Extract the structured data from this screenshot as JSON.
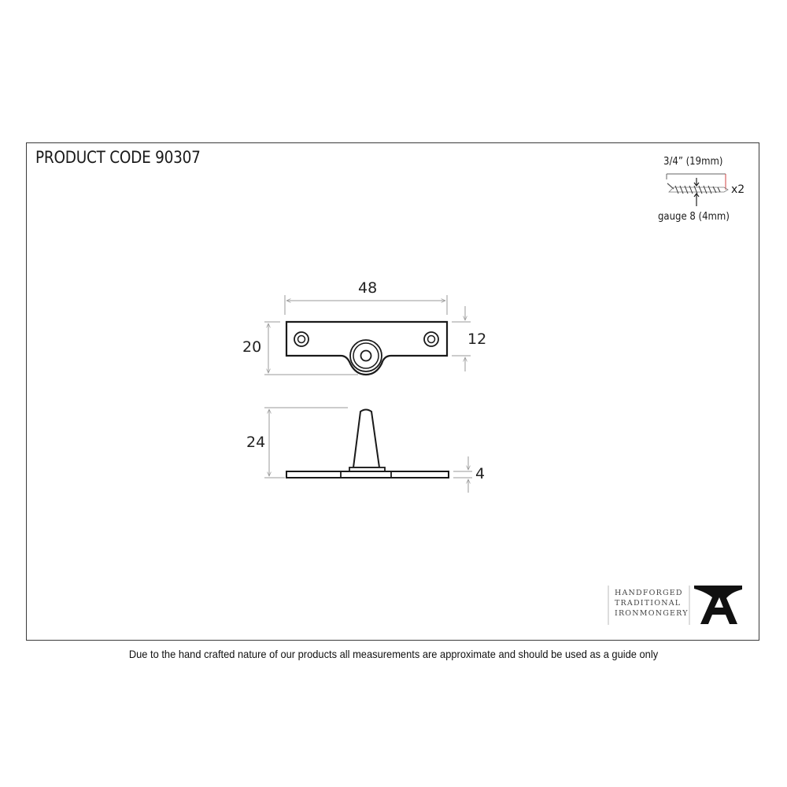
{
  "header": {
    "product_code": "PRODUCT CODE 90307"
  },
  "screw_spec": {
    "length": "3/4” (19mm)",
    "quantity": "x2",
    "gauge": "gauge 8 (4mm)",
    "icon": "screw-icon"
  },
  "top_view": {
    "width_label": "48",
    "overall_height_label": "20",
    "plate_height_label": "12"
  },
  "side_view": {
    "overall_height_label": "24",
    "plate_thickness_label": "4"
  },
  "logo": {
    "lines": [
      "HANDFORGED",
      "TRADITIONAL",
      "IRONMONGERY"
    ],
    "icon": "anvil-icon"
  },
  "footer": {
    "disclaimer": "Due to the hand crafted nature of our products all measurements are approximate and should be used as a guide only"
  },
  "colors": {
    "line": "#1a1a1a",
    "dimension_line": "#9a9a9a",
    "frame": "#3a3a3a",
    "screw_marker": "#d04040"
  }
}
